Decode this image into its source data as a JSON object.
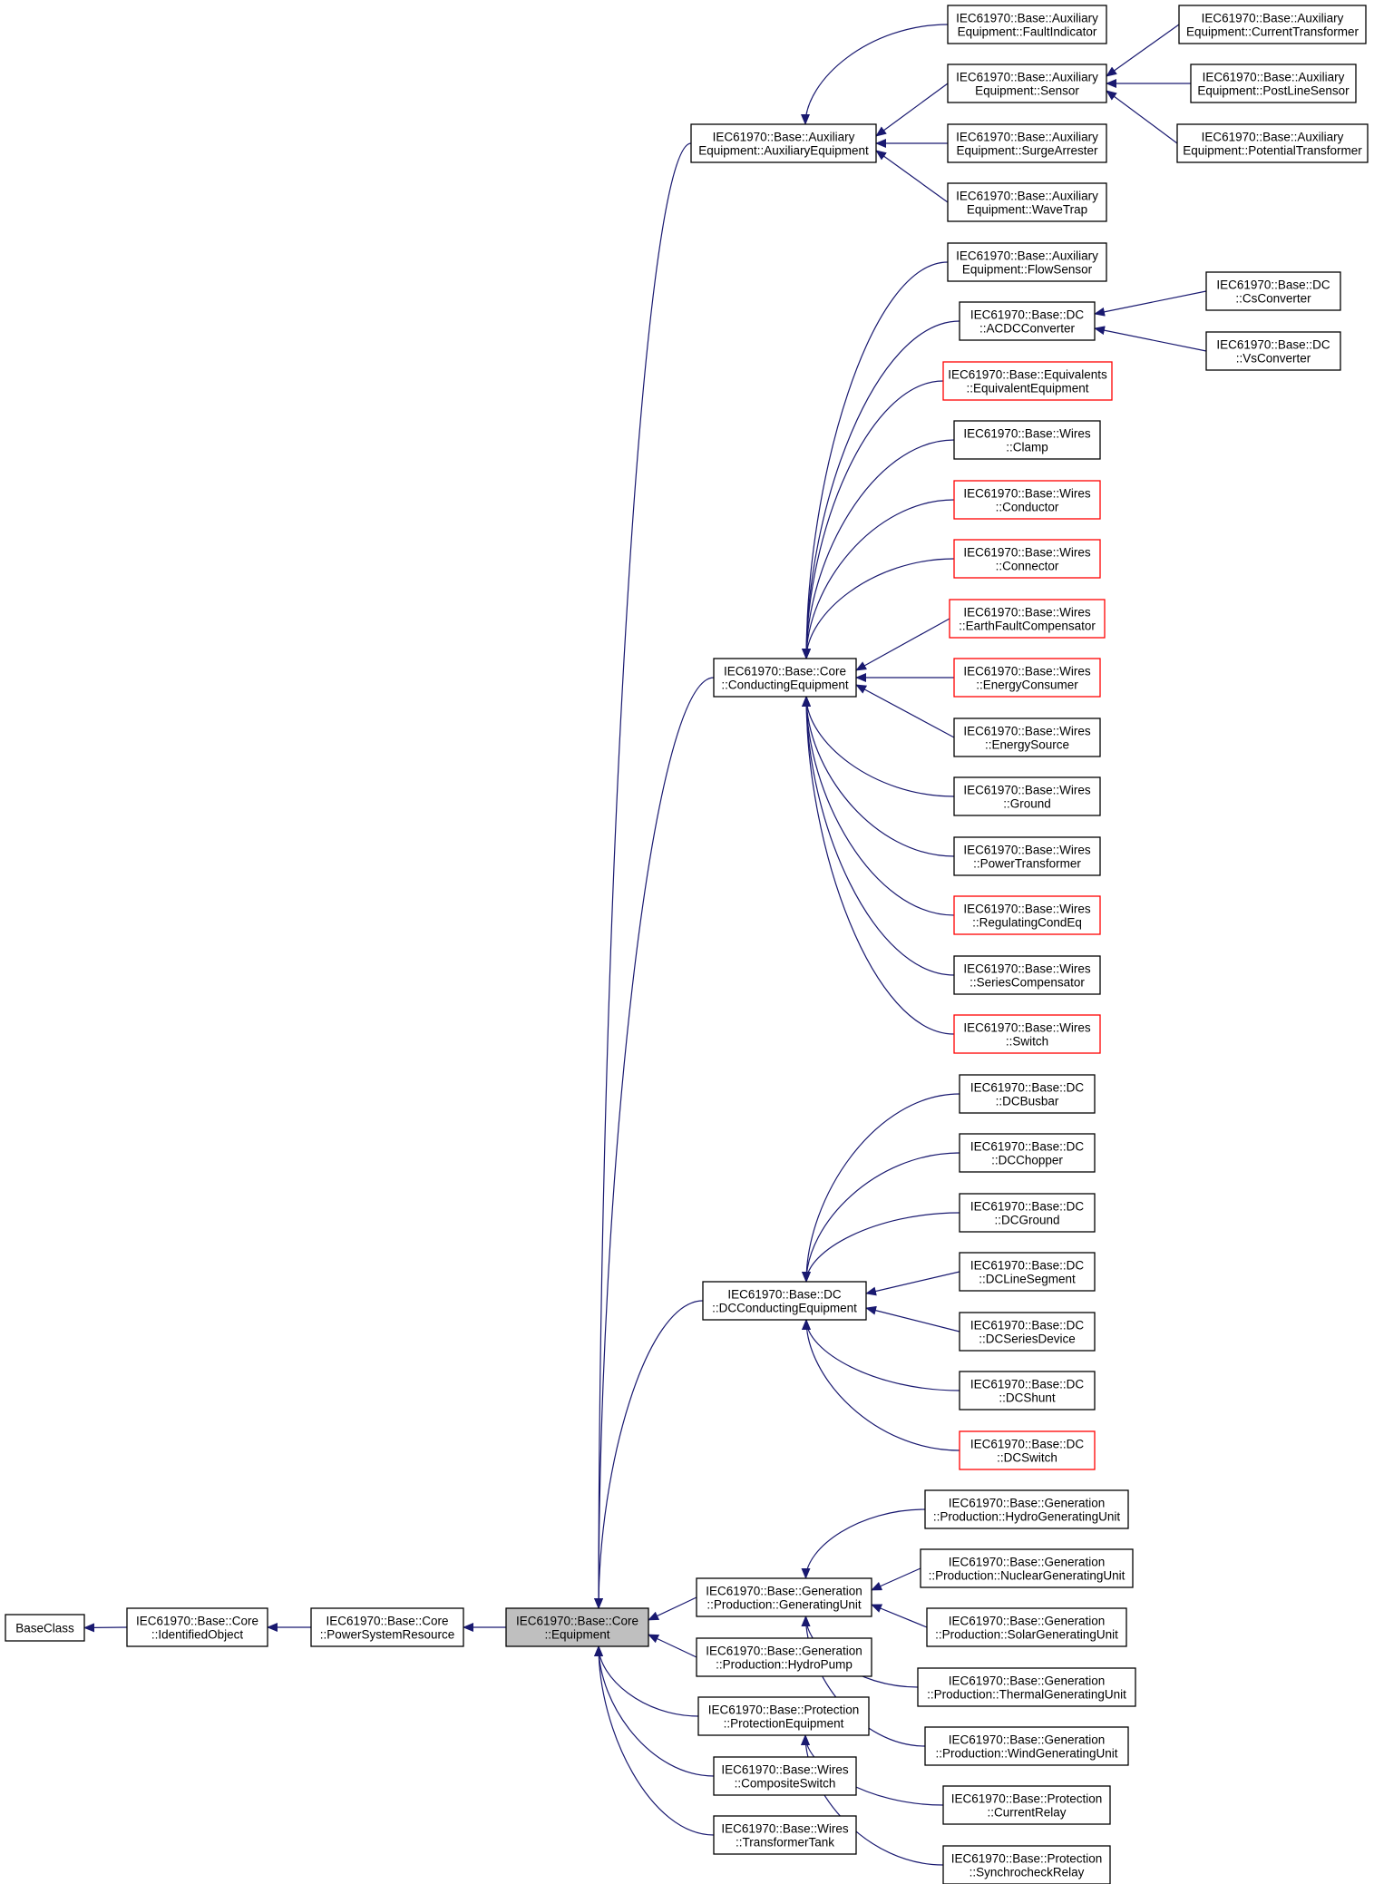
{
  "colors": {
    "edge": "#191970",
    "normal_border": "#000000",
    "incomplete_border": "#ff0000",
    "focus_fill": "#bfbfbf",
    "fill": "#ffffff"
  },
  "nodes": [
    {
      "id": "baseclass",
      "lines": [
        "BaseClass"
      ],
      "style": "normal"
    },
    {
      "id": "identified-object",
      "lines": [
        "IEC61970::Base::Core",
        "::IdentifiedObject"
      ],
      "style": "normal"
    },
    {
      "id": "power-system-resource",
      "lines": [
        "IEC61970::Base::Core",
        "::PowerSystemResource"
      ],
      "style": "normal"
    },
    {
      "id": "equipment",
      "lines": [
        "IEC61970::Base::Core",
        "::Equipment"
      ],
      "style": "focus"
    },
    {
      "id": "auxiliary-equipment",
      "lines": [
        "IEC61970::Base::Auxiliary",
        "Equipment::AuxiliaryEquipment"
      ],
      "style": "normal"
    },
    {
      "id": "fault-indicator",
      "lines": [
        "IEC61970::Base::Auxiliary",
        "Equipment::FaultIndicator"
      ],
      "style": "normal"
    },
    {
      "id": "sensor",
      "lines": [
        "IEC61970::Base::Auxiliary",
        "Equipment::Sensor"
      ],
      "style": "normal"
    },
    {
      "id": "surge-arrester",
      "lines": [
        "IEC61970::Base::Auxiliary",
        "Equipment::SurgeArrester"
      ],
      "style": "normal"
    },
    {
      "id": "wave-trap",
      "lines": [
        "IEC61970::Base::Auxiliary",
        "Equipment::WaveTrap"
      ],
      "style": "normal"
    },
    {
      "id": "current-transformer",
      "lines": [
        "IEC61970::Base::Auxiliary",
        "Equipment::CurrentTransformer"
      ],
      "style": "normal"
    },
    {
      "id": "post-line-sensor",
      "lines": [
        "IEC61970::Base::Auxiliary",
        "Equipment::PostLineSensor"
      ],
      "style": "normal"
    },
    {
      "id": "potential-transformer",
      "lines": [
        "IEC61970::Base::Auxiliary",
        "Equipment::PotentialTransformer"
      ],
      "style": "normal"
    },
    {
      "id": "conducting-equipment",
      "lines": [
        "IEC61970::Base::Core",
        "::ConductingEquipment"
      ],
      "style": "normal"
    },
    {
      "id": "flow-sensor",
      "lines": [
        "IEC61970::Base::Auxiliary",
        "Equipment::FlowSensor"
      ],
      "style": "normal"
    },
    {
      "id": "acdc-converter",
      "lines": [
        "IEC61970::Base::DC",
        "::ACDCConverter"
      ],
      "style": "normal"
    },
    {
      "id": "cs-converter",
      "lines": [
        "IEC61970::Base::DC",
        "::CsConverter"
      ],
      "style": "normal"
    },
    {
      "id": "vs-converter",
      "lines": [
        "IEC61970::Base::DC",
        "::VsConverter"
      ],
      "style": "normal"
    },
    {
      "id": "equivalent-equipment",
      "lines": [
        "IEC61970::Base::Equivalents",
        "::EquivalentEquipment"
      ],
      "style": "incomplete"
    },
    {
      "id": "clamp",
      "lines": [
        "IEC61970::Base::Wires",
        "::Clamp"
      ],
      "style": "normal"
    },
    {
      "id": "conductor",
      "lines": [
        "IEC61970::Base::Wires",
        "::Conductor"
      ],
      "style": "incomplete"
    },
    {
      "id": "connector",
      "lines": [
        "IEC61970::Base::Wires",
        "::Connector"
      ],
      "style": "incomplete"
    },
    {
      "id": "earth-fault-compensator",
      "lines": [
        "IEC61970::Base::Wires",
        "::EarthFaultCompensator"
      ],
      "style": "incomplete"
    },
    {
      "id": "energy-consumer",
      "lines": [
        "IEC61970::Base::Wires",
        "::EnergyConsumer"
      ],
      "style": "incomplete"
    },
    {
      "id": "energy-source",
      "lines": [
        "IEC61970::Base::Wires",
        "::EnergySource"
      ],
      "style": "normal"
    },
    {
      "id": "ground",
      "lines": [
        "IEC61970::Base::Wires",
        "::Ground"
      ],
      "style": "normal"
    },
    {
      "id": "power-transformer",
      "lines": [
        "IEC61970::Base::Wires",
        "::PowerTransformer"
      ],
      "style": "normal"
    },
    {
      "id": "regulating-cond-eq",
      "lines": [
        "IEC61970::Base::Wires",
        "::RegulatingCondEq"
      ],
      "style": "incomplete"
    },
    {
      "id": "series-compensator",
      "lines": [
        "IEC61970::Base::Wires",
        "::SeriesCompensator"
      ],
      "style": "normal"
    },
    {
      "id": "switch",
      "lines": [
        "IEC61970::Base::Wires",
        "::Switch"
      ],
      "style": "incomplete"
    },
    {
      "id": "dc-conducting-equipment",
      "lines": [
        "IEC61970::Base::DC",
        "::DCConductingEquipment"
      ],
      "style": "normal"
    },
    {
      "id": "dc-busbar",
      "lines": [
        "IEC61970::Base::DC",
        "::DCBusbar"
      ],
      "style": "normal"
    },
    {
      "id": "dc-chopper",
      "lines": [
        "IEC61970::Base::DC",
        "::DCChopper"
      ],
      "style": "normal"
    },
    {
      "id": "dc-ground",
      "lines": [
        "IEC61970::Base::DC",
        "::DCGround"
      ],
      "style": "normal"
    },
    {
      "id": "dc-line-segment",
      "lines": [
        "IEC61970::Base::DC",
        "::DCLineSegment"
      ],
      "style": "normal"
    },
    {
      "id": "dc-series-device",
      "lines": [
        "IEC61970::Base::DC",
        "::DCSeriesDevice"
      ],
      "style": "normal"
    },
    {
      "id": "dc-shunt",
      "lines": [
        "IEC61970::Base::DC",
        "::DCShunt"
      ],
      "style": "normal"
    },
    {
      "id": "dc-switch",
      "lines": [
        "IEC61970::Base::DC",
        "::DCSwitch"
      ],
      "style": "incomplete"
    },
    {
      "id": "generating-unit",
      "lines": [
        "IEC61970::Base::Generation",
        "::Production::GeneratingUnit"
      ],
      "style": "normal"
    },
    {
      "id": "hydro-generating-unit",
      "lines": [
        "IEC61970::Base::Generation",
        "::Production::HydroGeneratingUnit"
      ],
      "style": "normal"
    },
    {
      "id": "nuclear-generating-unit",
      "lines": [
        "IEC61970::Base::Generation",
        "::Production::NuclearGeneratingUnit"
      ],
      "style": "normal"
    },
    {
      "id": "solar-generating-unit",
      "lines": [
        "IEC61970::Base::Generation",
        "::Production::SolarGeneratingUnit"
      ],
      "style": "normal"
    },
    {
      "id": "thermal-generating-unit",
      "lines": [
        "IEC61970::Base::Generation",
        "::Production::ThermalGeneratingUnit"
      ],
      "style": "normal"
    },
    {
      "id": "wind-generating-unit",
      "lines": [
        "IEC61970::Base::Generation",
        "::Production::WindGeneratingUnit"
      ],
      "style": "normal"
    },
    {
      "id": "hydro-pump",
      "lines": [
        "IEC61970::Base::Generation",
        "::Production::HydroPump"
      ],
      "style": "normal"
    },
    {
      "id": "protection-equipment",
      "lines": [
        "IEC61970::Base::Protection",
        "::ProtectionEquipment"
      ],
      "style": "normal"
    },
    {
      "id": "current-relay",
      "lines": [
        "IEC61970::Base::Protection",
        "::CurrentRelay"
      ],
      "style": "normal"
    },
    {
      "id": "synchrocheck-relay",
      "lines": [
        "IEC61970::Base::Protection",
        "::SynchrocheckRelay"
      ],
      "style": "normal"
    },
    {
      "id": "composite-switch",
      "lines": [
        "IEC61970::Base::Wires",
        "::CompositeSwitch"
      ],
      "style": "normal"
    },
    {
      "id": "transformer-tank",
      "lines": [
        "IEC61970::Base::Wires",
        "::TransformerTank"
      ],
      "style": "normal"
    }
  ],
  "edges": [
    {
      "parent": "baseclass",
      "child": "identified-object"
    },
    {
      "parent": "identified-object",
      "child": "power-system-resource"
    },
    {
      "parent": "power-system-resource",
      "child": "equipment"
    },
    {
      "parent": "equipment",
      "child": "auxiliary-equipment"
    },
    {
      "parent": "equipment",
      "child": "conducting-equipment"
    },
    {
      "parent": "equipment",
      "child": "dc-conducting-equipment"
    },
    {
      "parent": "equipment",
      "child": "generating-unit"
    },
    {
      "parent": "equipment",
      "child": "hydro-pump"
    },
    {
      "parent": "equipment",
      "child": "protection-equipment"
    },
    {
      "parent": "equipment",
      "child": "composite-switch"
    },
    {
      "parent": "equipment",
      "child": "transformer-tank"
    },
    {
      "parent": "auxiliary-equipment",
      "child": "fault-indicator"
    },
    {
      "parent": "auxiliary-equipment",
      "child": "sensor"
    },
    {
      "parent": "auxiliary-equipment",
      "child": "surge-arrester"
    },
    {
      "parent": "auxiliary-equipment",
      "child": "wave-trap"
    },
    {
      "parent": "sensor",
      "child": "current-transformer"
    },
    {
      "parent": "sensor",
      "child": "post-line-sensor"
    },
    {
      "parent": "sensor",
      "child": "potential-transformer"
    },
    {
      "parent": "conducting-equipment",
      "child": "flow-sensor"
    },
    {
      "parent": "conducting-equipment",
      "child": "acdc-converter"
    },
    {
      "parent": "conducting-equipment",
      "child": "equivalent-equipment"
    },
    {
      "parent": "conducting-equipment",
      "child": "clamp"
    },
    {
      "parent": "conducting-equipment",
      "child": "conductor"
    },
    {
      "parent": "conducting-equipment",
      "child": "connector"
    },
    {
      "parent": "conducting-equipment",
      "child": "earth-fault-compensator"
    },
    {
      "parent": "conducting-equipment",
      "child": "energy-consumer"
    },
    {
      "parent": "conducting-equipment",
      "child": "energy-source"
    },
    {
      "parent": "conducting-equipment",
      "child": "ground"
    },
    {
      "parent": "conducting-equipment",
      "child": "power-transformer"
    },
    {
      "parent": "conducting-equipment",
      "child": "regulating-cond-eq"
    },
    {
      "parent": "conducting-equipment",
      "child": "series-compensator"
    },
    {
      "parent": "conducting-equipment",
      "child": "switch"
    },
    {
      "parent": "acdc-converter",
      "child": "cs-converter"
    },
    {
      "parent": "acdc-converter",
      "child": "vs-converter"
    },
    {
      "parent": "dc-conducting-equipment",
      "child": "dc-busbar"
    },
    {
      "parent": "dc-conducting-equipment",
      "child": "dc-chopper"
    },
    {
      "parent": "dc-conducting-equipment",
      "child": "dc-ground"
    },
    {
      "parent": "dc-conducting-equipment",
      "child": "dc-line-segment"
    },
    {
      "parent": "dc-conducting-equipment",
      "child": "dc-series-device"
    },
    {
      "parent": "dc-conducting-equipment",
      "child": "dc-shunt"
    },
    {
      "parent": "dc-conducting-equipment",
      "child": "dc-switch"
    },
    {
      "parent": "generating-unit",
      "child": "hydro-generating-unit"
    },
    {
      "parent": "generating-unit",
      "child": "nuclear-generating-unit"
    },
    {
      "parent": "generating-unit",
      "child": "solar-generating-unit"
    },
    {
      "parent": "generating-unit",
      "child": "thermal-generating-unit"
    },
    {
      "parent": "generating-unit",
      "child": "wind-generating-unit"
    },
    {
      "parent": "protection-equipment",
      "child": "current-relay"
    },
    {
      "parent": "protection-equipment",
      "child": "synchrocheck-relay"
    }
  ]
}
